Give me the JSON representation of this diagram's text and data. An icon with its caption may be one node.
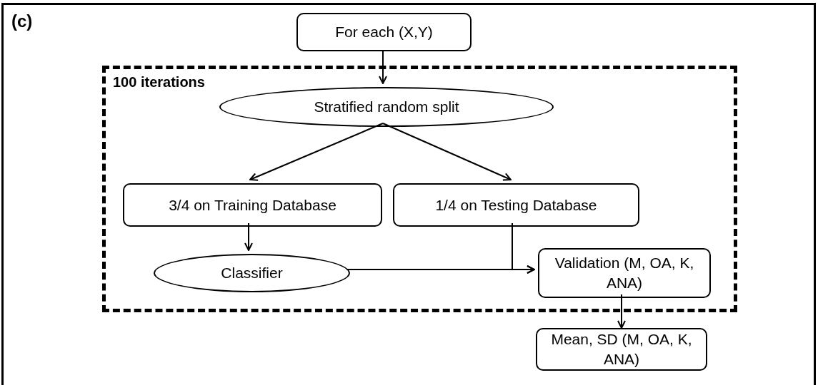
{
  "diagram": {
    "nodes": [
      {
        "text": [
          "For each (X,Y)"
        ]
      },
      {
        "text": [
          "100 iterations"
        ]
      },
      {
        "text": [
          "Stratified random split"
        ],
        "in": 1
      },
      {
        "text": [
          "3/4 on Training Database"
        ],
        "in": 1
      },
      {
        "text": [
          "1/4 on Testing Database"
        ],
        "in": 1
      },
      {
        "text": [
          "Classifier"
        ],
        "in": 1
      },
      {
        "text": [
          "Validation (M, OA, K, ANA)"
        ],
        "in": 1
      },
      {
        "text": [
          "Mean, SD (M, OA, K, ANA)"
        ]
      }
    ],
    "edges": [
      {
        "from": 0,
        "to": 2,
        "arrow": "to"
      },
      {
        "from": 2,
        "to": 3,
        "arrow": "to"
      },
      {
        "from": 2,
        "to": 4,
        "arrow": "to"
      },
      {
        "from": 3,
        "to": 5,
        "arrow": "to"
      },
      {
        "from": 5,
        "to": 6,
        "arrow": "to"
      },
      {
        "from": 4,
        "to": 6,
        "arrow": "to"
      },
      {
        "from": 6,
        "to": 7,
        "arrow": "to"
      }
    ],
    "labels": [
      "(c)"
    ]
  }
}
